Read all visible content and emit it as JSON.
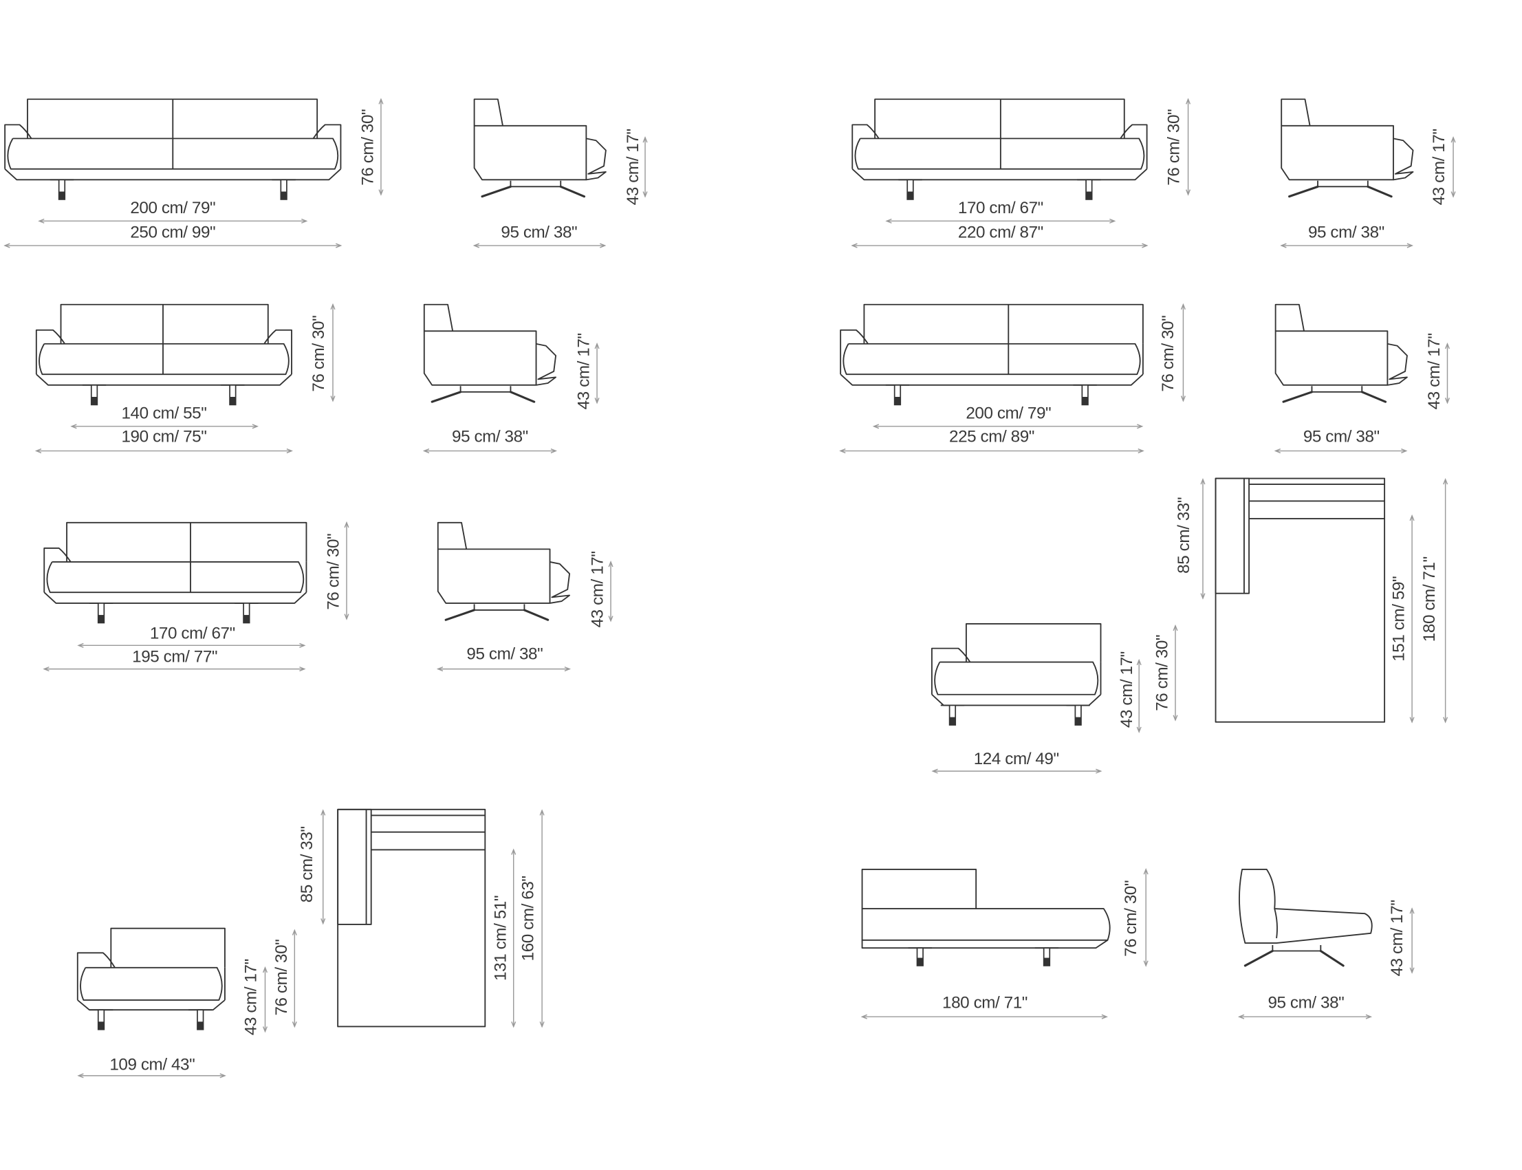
{
  "title": "Sofa collection dimension drawings",
  "models": {
    "sofa_250": {
      "seat_width": "200 cm/ 79\"",
      "total_width": "250 cm/ 99\"",
      "height": "76 cm/ 30\"",
      "depth": "95 cm/ 38\"",
      "seat_height": "43 cm/ 17\""
    },
    "sofa_220": {
      "seat_width": "170 cm/ 67\"",
      "total_width": "220 cm/ 87\"",
      "height": "76 cm/ 30\"",
      "depth": "95 cm/ 38\"",
      "seat_height": "43 cm/ 17\""
    },
    "sofa_190": {
      "seat_width": "140 cm/ 55\"",
      "total_width": "190 cm/ 75\"",
      "height": "76 cm/ 30\"",
      "depth": "95 cm/ 38\"",
      "seat_height": "43 cm/ 17\""
    },
    "sofa_225_end": {
      "seat_width": "200 cm/ 79\"",
      "total_width": "225 cm/ 89\"",
      "height": "76 cm/ 30\"",
      "depth": "95 cm/ 38\"",
      "seat_height": "43 cm/ 17\""
    },
    "sofa_195_end": {
      "seat_width": "170 cm/ 67\"",
      "total_width": "195 cm/ 77\"",
      "height": "76 cm/ 30\"",
      "depth": "95 cm/ 38\"",
      "seat_height": "43 cm/ 17\""
    },
    "chaise_124": {
      "width": "124 cm/ 49\"",
      "seat_height": "43 cm/ 17\"",
      "height": "76 cm/ 30\"",
      "back_depth": "85 cm/ 33\"",
      "seat_length": "151 cm/ 59\"",
      "total_length": "180 cm/ 71\""
    },
    "chaise_109": {
      "width": "109 cm/ 43\"",
      "seat_height": "43 cm/ 17\"",
      "height": "76 cm/ 30\"",
      "back_depth": "85 cm/ 33\"",
      "seat_length": "131 cm/ 51\"",
      "total_length": "160 cm/ 63\""
    },
    "daybed_180": {
      "width": "180 cm/ 71\"",
      "height": "76 cm/ 30\"",
      "depth": "95 cm/ 38\"",
      "seat_height": "43 cm/ 17\""
    }
  },
  "colors": {
    "line": "#333333",
    "dimension_line": "#999999",
    "text": "#3a3a3a"
  }
}
